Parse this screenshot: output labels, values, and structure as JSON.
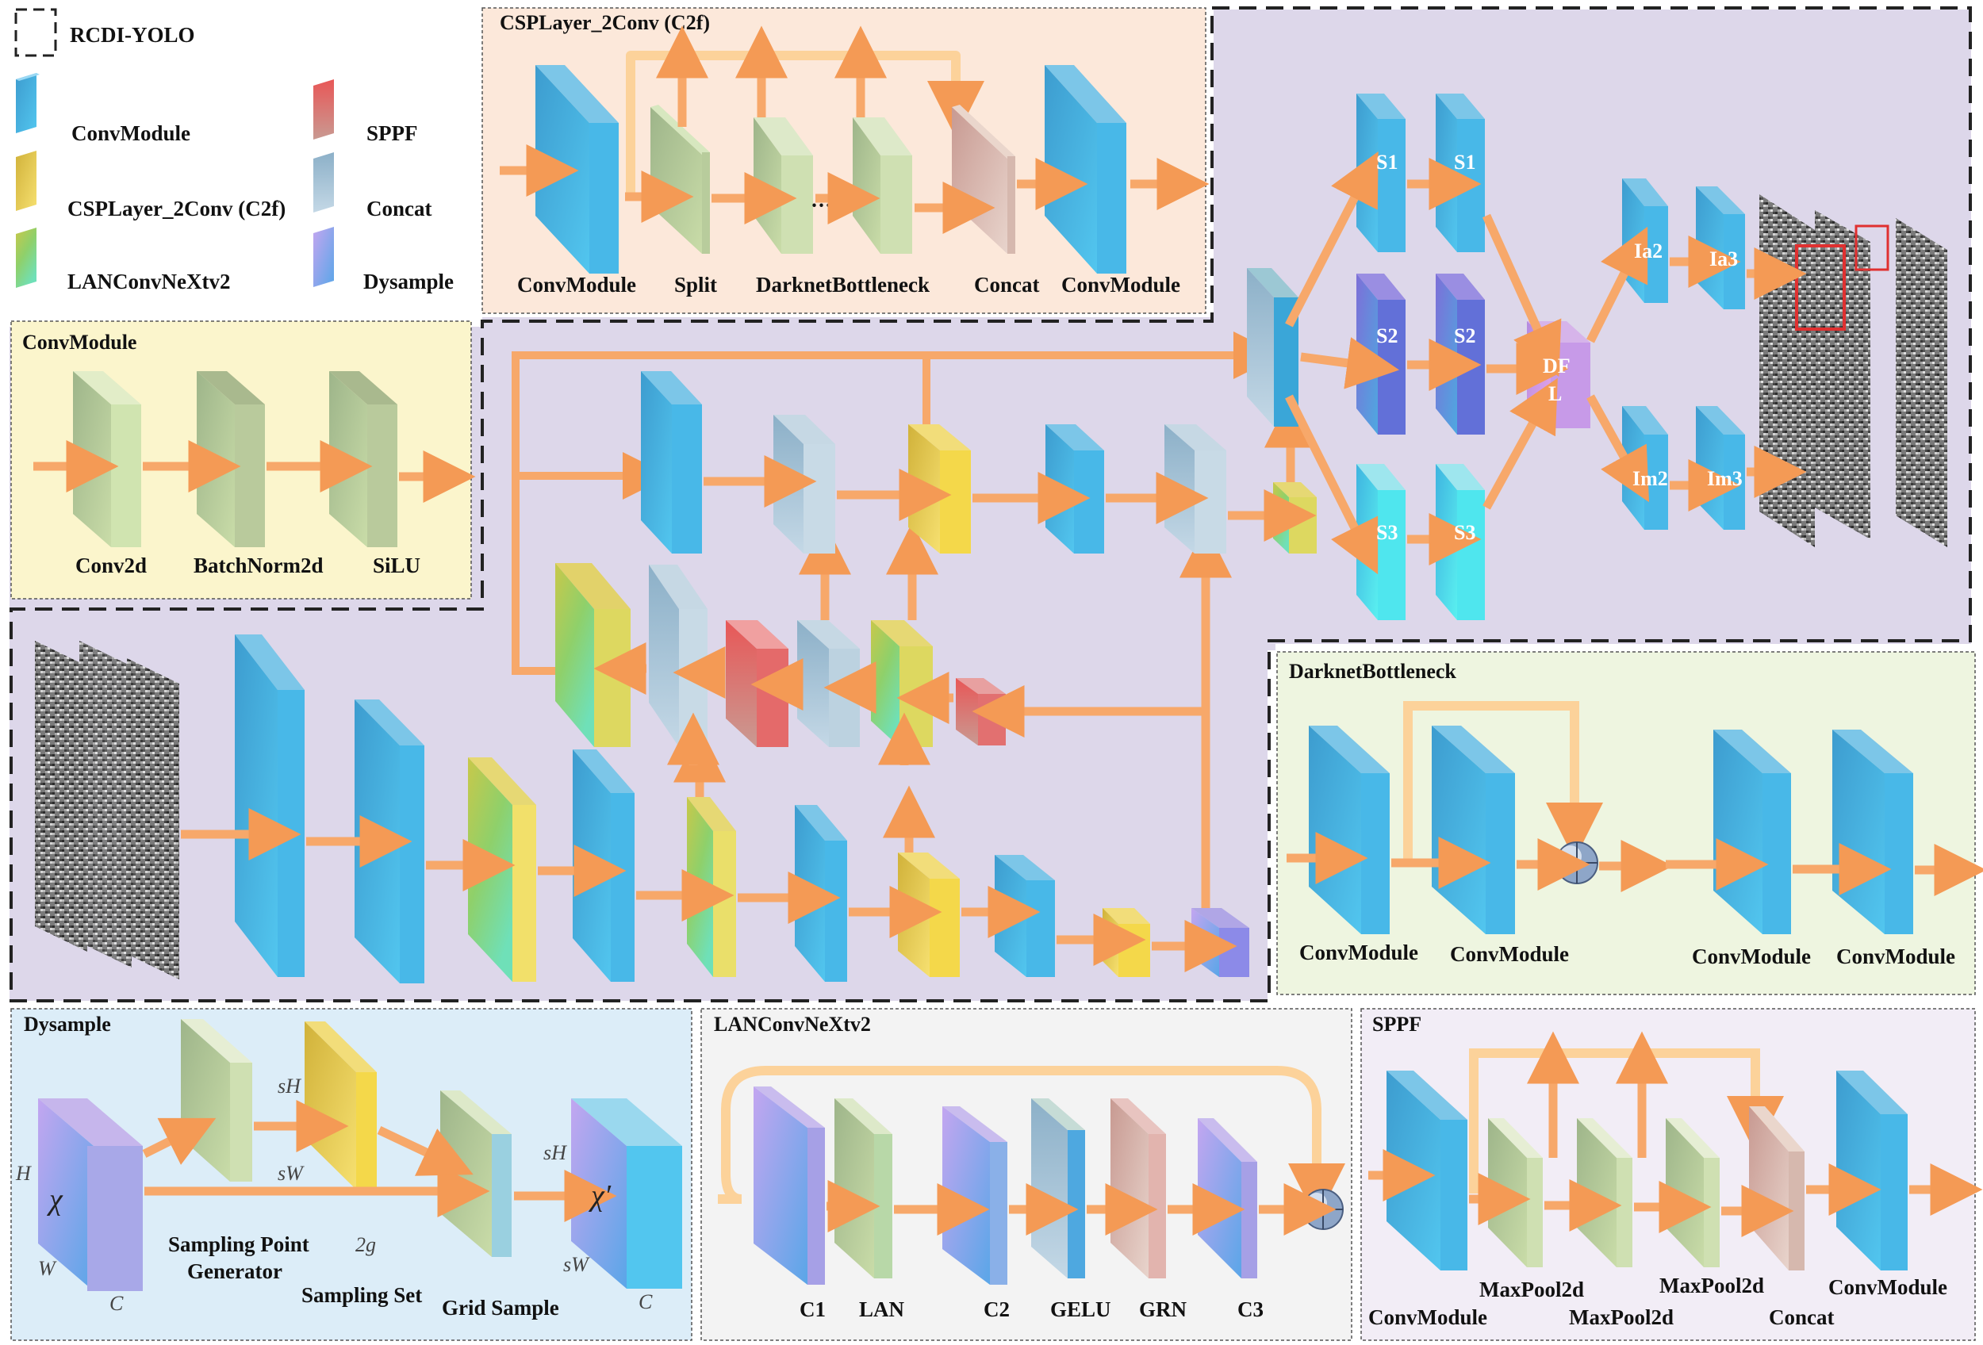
{
  "legend": {
    "rcdi_yolo": "RCDI-YOLO",
    "convmodule": "ConvModule",
    "c2f": "CSPLayer_2Conv (C2f)",
    "lanconv": "LANConvNeXtv2",
    "sppf": "SPPF",
    "concat": "Concat",
    "dysample": "Dysample"
  },
  "panels": {
    "csp": {
      "title": "CSPLayer_2Conv (C2f)",
      "labels": [
        "ConvModule",
        "Split",
        "DarknetBottleneck",
        "Concat",
        "ConvModule"
      ],
      "ellipsis": "···"
    },
    "convmodule": {
      "title": "ConvModule",
      "labels": [
        "Conv2d",
        "BatchNorm2d",
        "SiLU"
      ]
    },
    "darknet": {
      "title": "DarknetBottleneck",
      "labels": [
        "ConvModule",
        "ConvModule",
        "ConvModule",
        "ConvModule"
      ]
    },
    "dysample": {
      "title": "Dysample",
      "labels": [
        "Sampling Point",
        "Generator",
        "Sampling Set",
        "Grid Sample"
      ],
      "math": {
        "chi": "χ",
        "chi_prime": "χ′",
        "H": "H",
        "W": "W",
        "C": "C",
        "sH": "sH",
        "sW": "sW",
        "g2": "2g"
      }
    },
    "lanconv": {
      "title": "LANConvNeXtv2",
      "labels": [
        "C1",
        "LAN",
        "C2",
        "GELU",
        "GRN",
        "C3"
      ]
    },
    "sppf": {
      "title": "SPPF",
      "labels": [
        "ConvModule",
        "MaxPool2d",
        "MaxPool2d",
        "MaxPool2d",
        "Concat",
        "ConvModule"
      ]
    }
  },
  "head": {
    "s_blocks": [
      "S1",
      "S1",
      "S2",
      "S2",
      "S3",
      "S3"
    ],
    "dfl": [
      "DF",
      "L"
    ],
    "outputs": [
      "Ia2",
      "Ia3",
      "Im2",
      "Im3"
    ]
  },
  "colors": {
    "conv": "#3ab0e0",
    "c2f": "#e8c84a",
    "lan": "#7fcf8a",
    "sppf": "#e86060",
    "concat": "#a8c0d4",
    "dysample": "#a890e8",
    "arrow": "#f7a86a",
    "main_bg": "#ddd7ea",
    "csp_bg": "#fce8da",
    "conv_bg": "#fbf5cc",
    "dark_bg": "#eef5e0",
    "dys_bg": "#dcedf8",
    "lan_bg": "#f3f3f3",
    "sppf_bg": "#f2edf6"
  }
}
